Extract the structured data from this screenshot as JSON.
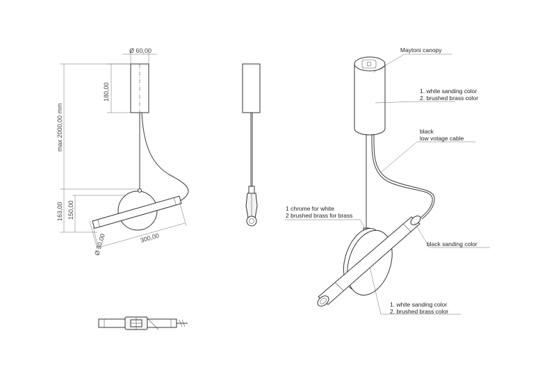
{
  "dimensions": {
    "canopy_diameter": "Ø 60,00",
    "canopy_height": "180,00",
    "max_length": "max 2000,00 mm",
    "head_height_total": "163,00",
    "head_height": "150,00",
    "tube_diameter": "Ø 30,00",
    "tube_length": "300,00"
  },
  "notes": {
    "canopy": "Maytoni canopy",
    "canopy_color_1": "1.   white sanding color",
    "canopy_color_2": "2.   brushed brass color",
    "cable_1": "black",
    "cable_2": "low votage cable",
    "connector_1": "1 chrome for white",
    "connector_2": "2 brushed brass for brass",
    "tube_color": "black sanding color",
    "disc_color_1": "1.   white sanding color",
    "disc_color_2": "2.   brushed brass color"
  }
}
